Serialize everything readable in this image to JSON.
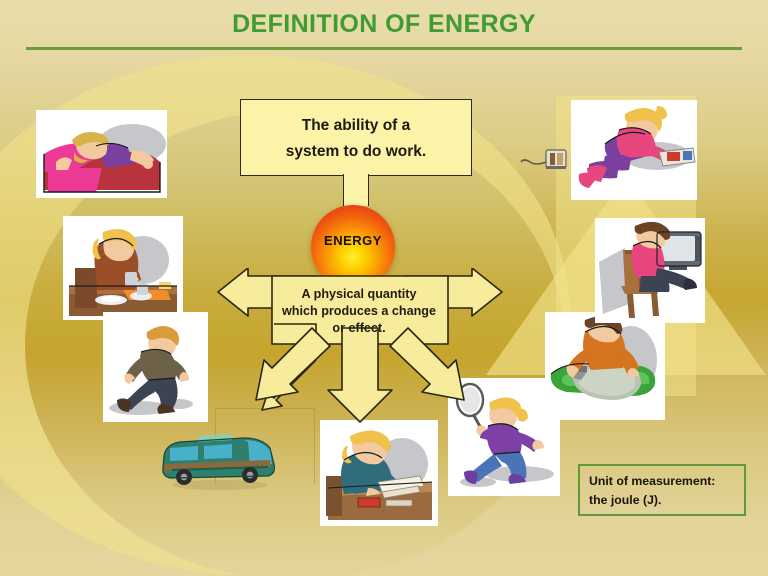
{
  "slide": {
    "title": "DEFINITION OF ENERGY",
    "background_top_color": "#e9ddab",
    "background_mid_color": "#c6a732",
    "background_bottom_color": "#e4d69d",
    "title_color": "#3f9b32",
    "rule_color": "#6c9c3e",
    "arc_color": "#f1e28a"
  },
  "definition_box": {
    "line1": "The ability of a",
    "line2": "system to do work.",
    "fill_color": "#fbf3a8",
    "border_color": "#2e2a14"
  },
  "energy_node": {
    "label": "ENERGY",
    "center_color": "#ffee33",
    "mid_color": "#f2600d",
    "edge_color": "#c52a0c"
  },
  "arrow_shape": {
    "line1": "A physical quantity",
    "line2": "which produces a change",
    "line3": "or effect.",
    "fill_color": "#f7ec9b",
    "stroke_color": "#2e2a14",
    "directions": [
      "left",
      "right",
      "down",
      "down-left",
      "down-right"
    ]
  },
  "unit_box": {
    "line1": "Unit of measurement:",
    "line2": "the joule (J).",
    "border_color": "#5f9a3a"
  },
  "cliparts": [
    {
      "id": "sleeping",
      "name": "girl-sleeping-in-bed-clipart",
      "caption": "Girl sleeping in bed"
    },
    {
      "id": "eating",
      "name": "girl-eating-breakfast-clipart",
      "caption": "Girl eating at a table"
    },
    {
      "id": "running",
      "name": "boy-running-clipart",
      "caption": "Boy running"
    },
    {
      "id": "bus",
      "name": "green-bus-clipart",
      "caption": "Green city bus"
    },
    {
      "id": "studying",
      "name": "boy-studying-at-desk-clipart",
      "caption": "Boy writing at a desk"
    },
    {
      "id": "tennis",
      "name": "girl-playing-tennis-clipart",
      "caption": "Girl playing tennis"
    },
    {
      "id": "ironing",
      "name": "man-ironing-clothes-clipart",
      "caption": "Man ironing clothes"
    },
    {
      "id": "tv",
      "name": "boy-watching-tv-clipart",
      "caption": "Boy watching television"
    },
    {
      "id": "reading",
      "name": "girl-reading-magazine-clipart",
      "caption": "Girl reading a magazine"
    },
    {
      "id": "appliance",
      "name": "plugged-appliance-clipart",
      "caption": "Small plugged-in appliance"
    }
  ]
}
